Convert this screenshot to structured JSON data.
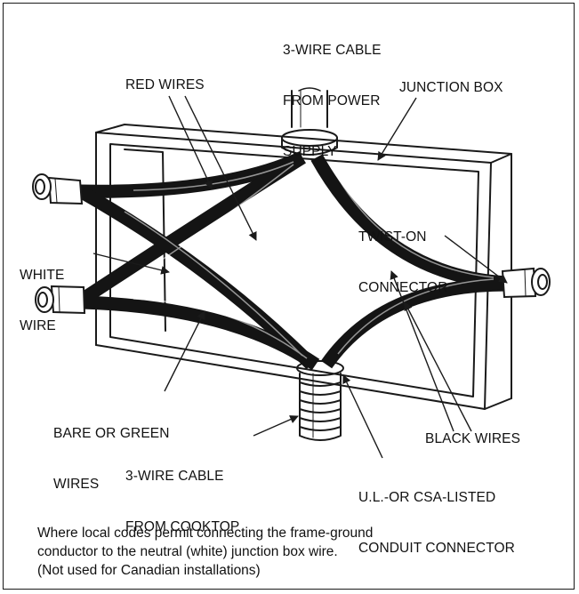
{
  "labels": {
    "power_supply_cable": [
      "3-WIRE CABLE",
      "FROM POWER",
      "SUPPLY"
    ],
    "red_wires": "RED WIRES",
    "junction_box": "JUNCTION BOX",
    "twist_on_connector": [
      "TWIST-ON",
      "CONNECTOR"
    ],
    "white_wire": [
      "WHITE",
      "WIRE"
    ],
    "bare_or_green_wires": [
      "BARE OR GREEN",
      "WIRES"
    ],
    "cooktop_cable": [
      "3-WIRE CABLE",
      "FROM COOKTOP"
    ],
    "black_wires": "BLACK WIRES",
    "conduit_connector": [
      "U.L.-OR CSA-LISTED",
      "CONDUIT CONNECTOR"
    ]
  },
  "caption": [
    "Where local codes permit connecting the frame-ground",
    "conductor to the neutral (white) junction box wire.",
    "(Not used for Canadian installations)"
  ],
  "colors": {
    "line": "#1a1a1a",
    "wire": "#141414",
    "background": "#ffffff"
  }
}
